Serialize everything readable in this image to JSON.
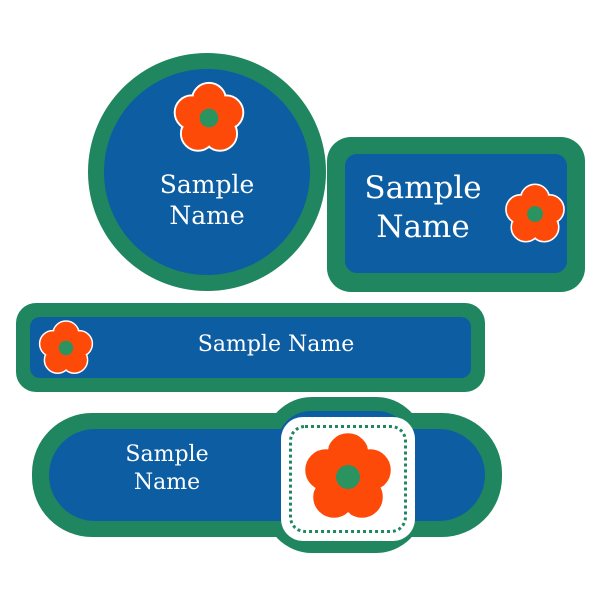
{
  "colors": {
    "border_green": "#1f8660",
    "field_blue": "#0d5da3",
    "flower_petal": "#fe4a08",
    "flower_center": "#2a9360",
    "text": "#ffffff"
  },
  "labels": {
    "circle": {
      "line1": "Sample",
      "line2": "Name",
      "icon": "flower-icon"
    },
    "rectangle": {
      "line1": "Sample",
      "line2": "Name",
      "icon": "flower-icon"
    },
    "strip": {
      "text": "Sample Name",
      "icon": "flower-icon"
    },
    "badge": {
      "line1": "Sample",
      "line2": "Name",
      "icon": "flower-icon"
    }
  }
}
